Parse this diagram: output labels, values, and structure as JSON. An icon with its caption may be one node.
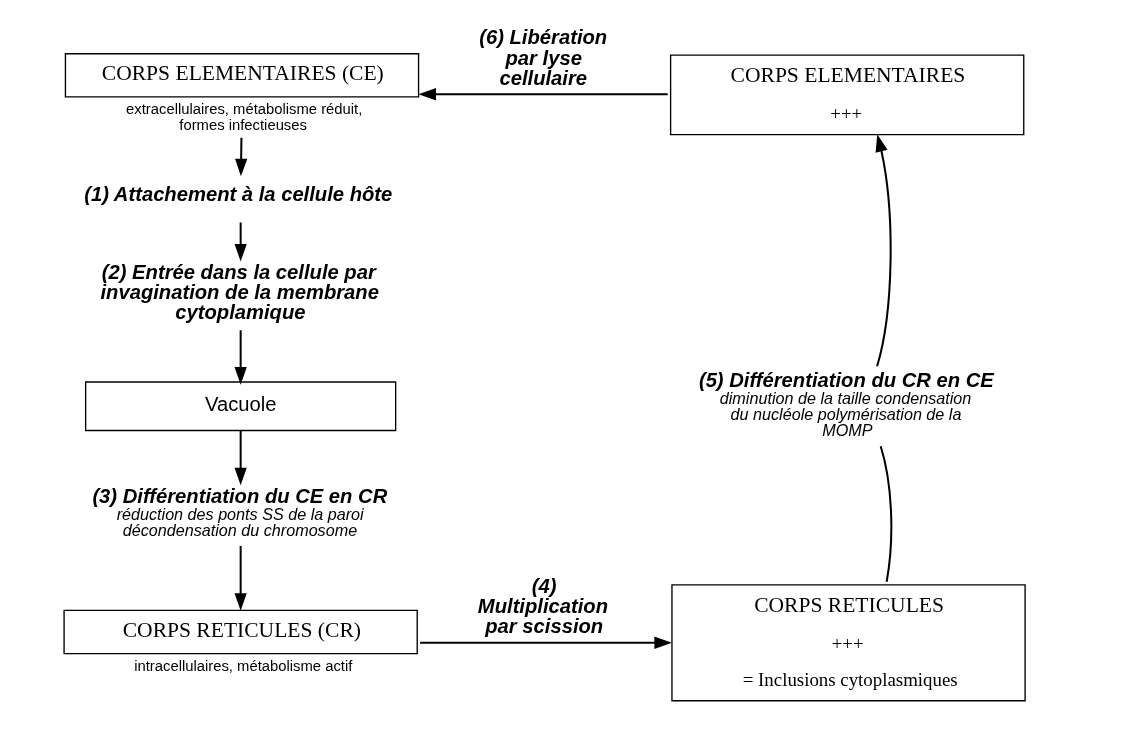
{
  "diagram": {
    "nodes": [
      {
        "text": [
          "CORPS ELEMENTAIRES (CE)"
        ],
        "beside": [
          "extracellulaires, métabolisme réduit, formes infectieuses"
        ]
      },
      {
        "text": [
          "(1) Attachement à la cellule hôte"
        ]
      },
      {
        "text": [
          "(2) Entrée dans la cellule par invagination de la membrane cytoplamique"
        ]
      },
      {
        "text": [
          "Vacuole"
        ]
      },
      {
        "text": [
          "(3) Différentiation du CE en CR",
          "réduction des ponts SS de la paroi décondensation du chromosome"
        ]
      },
      {
        "text": [
          "CORPS RETICULES (CR)"
        ],
        "beside": [
          "intracellulaires, métabolisme actif"
        ]
      },
      {
        "text": [
          "CORPS ELEMENTAIRES",
          "+++"
        ]
      },
      {
        "text": [
          "(5) Différentiation du CR en CE",
          "diminution de la taille condensation du nucléole polymérisation de la MOMP"
        ]
      },
      {
        "text": [
          "CORPS RETICULES",
          "+++",
          "= Inclusions cytoplasmiques"
        ]
      }
    ],
    "edges": [
      {
        "from": 0,
        "to": 1,
        "arrow": "to"
      },
      {
        "from": 1,
        "to": 2,
        "arrow": "to"
      },
      {
        "from": 2,
        "to": 3,
        "arrow": "to"
      },
      {
        "from": 3,
        "to": 4,
        "arrow": "to"
      },
      {
        "from": 4,
        "to": 5,
        "arrow": "to"
      },
      {
        "from": 5,
        "to": 8,
        "arrow": "to",
        "label": "(4) Multiplication par scission"
      },
      {
        "from": 8,
        "to": 7,
        "arrow": "none"
      },
      {
        "from": 7,
        "to": 6,
        "arrow": "to"
      },
      {
        "from": 6,
        "to": 0,
        "arrow": "to",
        "label": "(6) Libération par lyse cellulaire"
      }
    ]
  }
}
